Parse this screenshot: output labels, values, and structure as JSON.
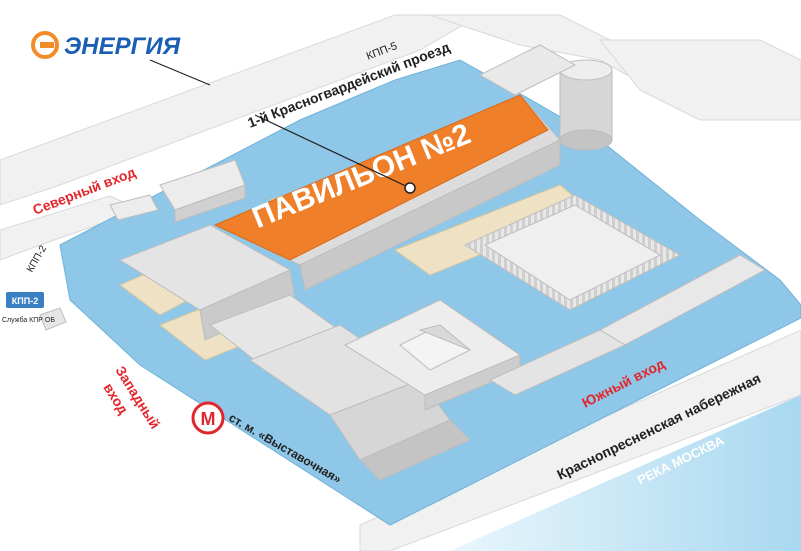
{
  "logo": {
    "text": "ЭНЕРГИЯ",
    "color": "#1a5fb4",
    "mark_color": "#f28c28"
  },
  "pavilion": {
    "label": "ПАВИЛЬОН №2",
    "color": "#f07f2a"
  },
  "roads": {
    "north_road": "1-й Красногвардейский проезд",
    "embankment": "Краснопресненская набережная",
    "river": "РЕКА МОСКВА"
  },
  "entrances": {
    "north": "Северный вход",
    "west": [
      "Западный",
      "вход"
    ],
    "south": "Южный вход",
    "color": "#e3262b"
  },
  "checkpoints": {
    "kpp5": "КПП-5",
    "kpp2_road": "КПП-2",
    "kpp2_badge": "КПП-2",
    "service": "Служба КПР ОБ"
  },
  "metro": {
    "letter": "М",
    "station": "ст. м. «Выставочная»",
    "color": "#e3262b"
  },
  "colors": {
    "ground": "#8fc7e8",
    "road": "#f2f2f2",
    "building": "#e6e6e6",
    "sand": "#efe2c4",
    "river": "#bfe2f3"
  }
}
